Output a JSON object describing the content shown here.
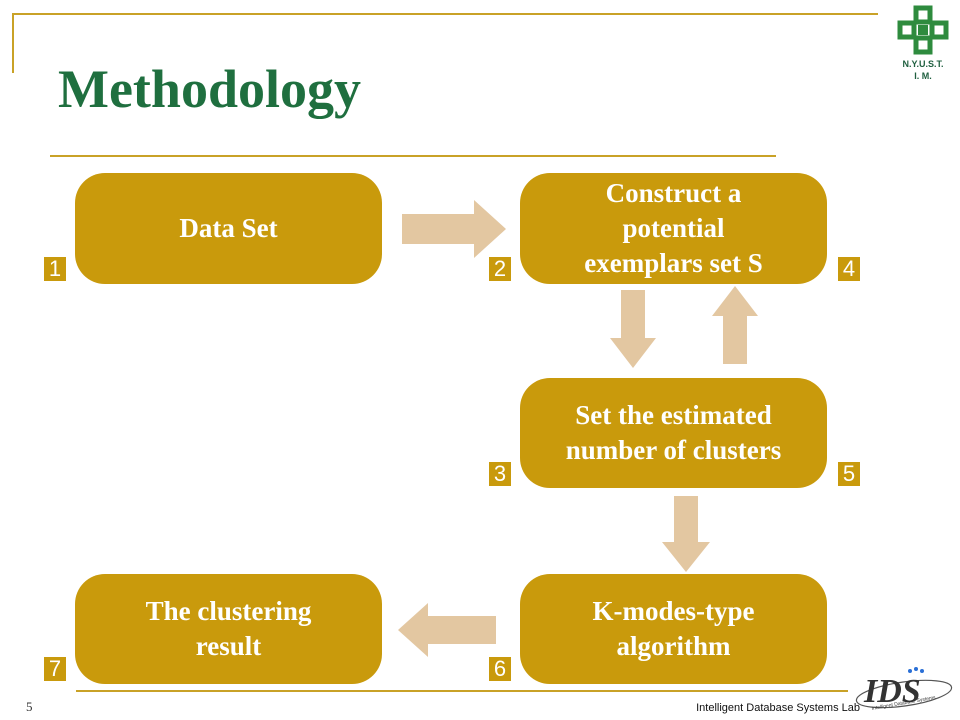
{
  "slide": {
    "title": "Methodology",
    "page_number": "5",
    "footer_lab": "Intelligent Database Systems Lab",
    "logo_caption_line1": "N.Y.U.S.T.",
    "logo_caption_line2": "I. M.",
    "ids_logo_text": "IDS",
    "ids_logo_sub": "Intelligent Database Systems"
  },
  "diagram": {
    "steps": [
      {
        "id": "data-set",
        "lines": [
          "Data Set"
        ]
      },
      {
        "id": "construct",
        "lines": [
          "Construct a",
          "potential",
          "exemplars set S"
        ]
      },
      {
        "id": "estimate",
        "lines": [
          "Set the estimated",
          "number of clusters"
        ]
      },
      {
        "id": "kmodes",
        "lines": [
          "K-modes-type",
          "algorithm"
        ]
      },
      {
        "id": "result",
        "lines": [
          "The clustering",
          "result"
        ]
      }
    ],
    "markers": [
      "1",
      "2",
      "3",
      "4",
      "5",
      "6",
      "7"
    ]
  },
  "colors": {
    "box": "#c99a0c",
    "arrow": "#e3c7a1",
    "title": "#1f6f3f",
    "rule": "#c9a227",
    "logo_green": "#2e8b3e"
  }
}
